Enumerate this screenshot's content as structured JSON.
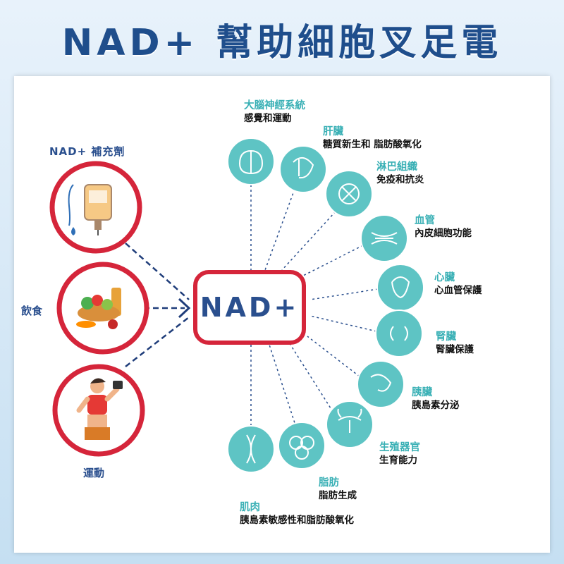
{
  "title": "NAD+ 幫助細胞叉足電",
  "center": {
    "label": "NAD+"
  },
  "sources": {
    "supplement": "NAD+ 補充劑",
    "diet": "飲食",
    "exercise": "運動"
  },
  "organs": [
    {
      "icon": "brain-icon",
      "name": "大腦神經系統",
      "desc": "感覺和運動"
    },
    {
      "icon": "liver-icon",
      "name": "肝臟",
      "desc": "糖質新生和 脂肪酸氧化"
    },
    {
      "icon": "lymph-icon",
      "name": "淋巴組織",
      "desc": "免疫和抗炎"
    },
    {
      "icon": "blood-vessel-icon",
      "name": "血管",
      "desc": "內皮細胞功能"
    },
    {
      "icon": "heart-icon",
      "name": "心臟",
      "desc": "心血管保護"
    },
    {
      "icon": "kidney-icon",
      "name": "腎臟",
      "desc": "腎臟保護"
    },
    {
      "icon": "pancreas-icon",
      "name": "胰臟",
      "desc": "胰島素分泌"
    },
    {
      "icon": "reproductive-organ-icon",
      "name": "生殖器官",
      "desc": "生育能力"
    },
    {
      "icon": "fat-cell-icon",
      "name": "脂肪",
      "desc": "脂肪生成"
    },
    {
      "icon": "muscle-icon",
      "name": "肌肉",
      "desc": "胰島素敏感性和脂肪酸氧化"
    }
  ],
  "colors": {
    "title": "#1f4e8c",
    "ring": "#d5253a",
    "teal": "#5ec4c4",
    "label_head": "#39b0b5",
    "navy": "#2a4f8e"
  }
}
